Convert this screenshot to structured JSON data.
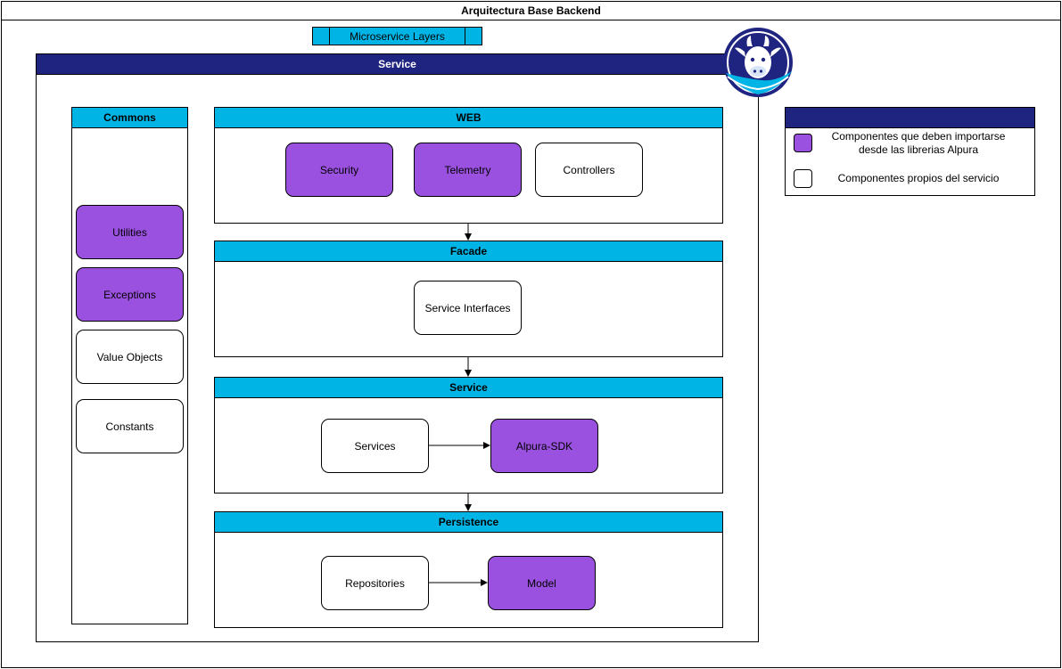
{
  "diagram": {
    "title": "Arquitectura Base Backend",
    "layers_label": "Microservice Layers",
    "service_title": "Service",
    "commons": {
      "title": "Commons",
      "items": [
        "Utilities",
        "Exceptions",
        "Value Objects",
        "Constants"
      ]
    },
    "web": {
      "title": "WEB",
      "items": [
        "Security",
        "Telemetry",
        "Controllers"
      ]
    },
    "facade": {
      "title": "Facade",
      "items": [
        "Service Interfaces"
      ]
    },
    "service_layer": {
      "title": "Service",
      "items": [
        "Services",
        "Alpura-SDK"
      ]
    },
    "persistence": {
      "title": "Persistence",
      "items": [
        "Repositories",
        "Model"
      ]
    },
    "legend": {
      "imported_line1": "Componentes que deben importarse",
      "imported_line2": "desde las librerias Alpura",
      "own": "Componentes propios del servicio"
    },
    "logo_icon": "alpura-cow-logo-icon",
    "colors": {
      "header_cyan": "#00b4e6",
      "header_navy": "#1f2481",
      "library_purple": "#9b51e0"
    }
  }
}
